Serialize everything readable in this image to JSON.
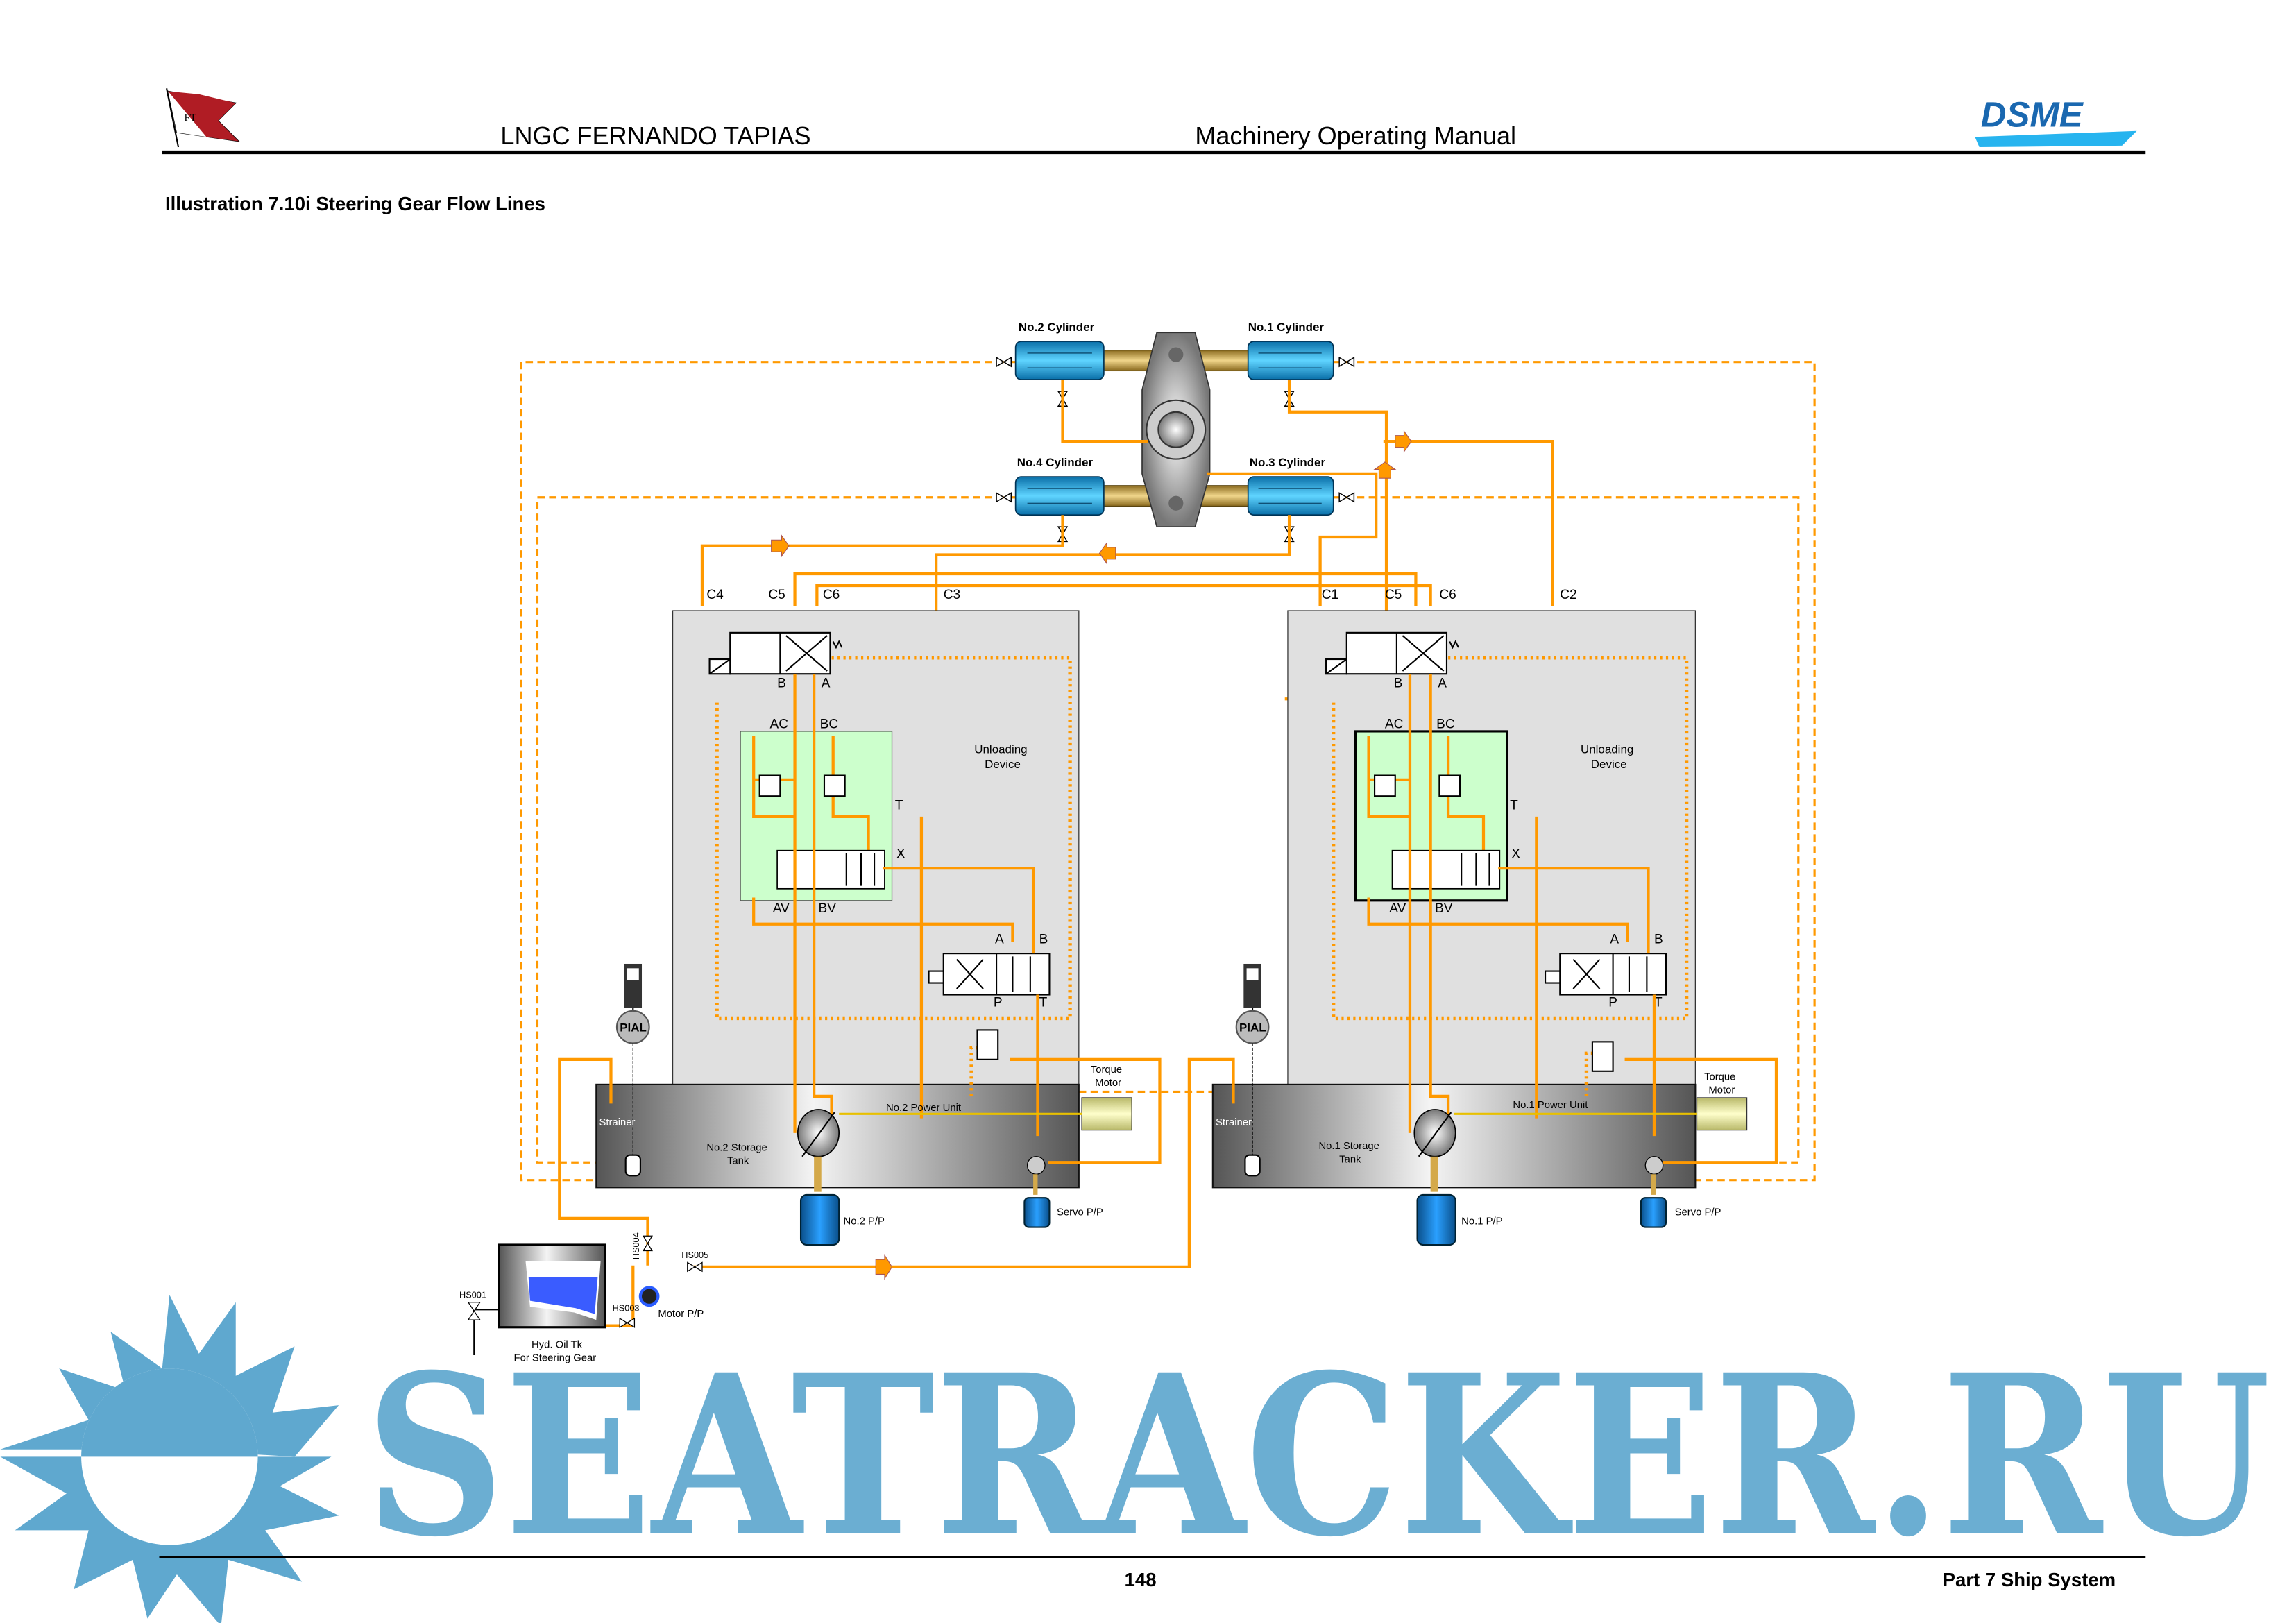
{
  "header": {
    "ship_name": "LNGC FERNANDO TAPIAS",
    "manual_title": "Machinery Operating Manual",
    "left_logo": "FT",
    "right_logo": "DSME"
  },
  "illustration_title": "Illustration 7.10i Steering Gear Flow Lines",
  "cylinders": {
    "no2": "No.2 Cylinder",
    "no1": "No.1 Cylinder",
    "no4": "No.4 Cylinder",
    "no3": "No.3 Cylinder"
  },
  "left_unit": {
    "ports": {
      "c4": "C4",
      "c5": "C5",
      "c6": "C6",
      "c3": "C3"
    },
    "valve_b": "B",
    "valve_a": "A",
    "ac": "AC",
    "bc": "BC",
    "av": "AV",
    "bv": "BV",
    "t": "T",
    "x": "X",
    "unloading": [
      "Unloading",
      "Device"
    ],
    "sol_a": "A",
    "sol_b": "B",
    "sol_p": "P",
    "sol_t": "T",
    "pial": "PIAL",
    "strainer": "Strainer",
    "tank": [
      "No.2 Storage",
      "Tank"
    ],
    "power_unit": "No.2 Power Unit",
    "torque_motor": [
      "Torque",
      "Motor"
    ],
    "pump": "No.2 P/P",
    "servo": "Servo P/P"
  },
  "right_unit": {
    "ports": {
      "c1": "C1",
      "c5": "C5",
      "c6": "C6",
      "c2": "C2"
    },
    "valve_b": "B",
    "valve_a": "A",
    "ac": "AC",
    "bc": "BC",
    "av": "AV",
    "bv": "BV",
    "t": "T",
    "x": "X",
    "unloading": [
      "Unloading",
      "Device"
    ],
    "sol_a": "A",
    "sol_b": "B",
    "sol_p": "P",
    "sol_t": "T",
    "pial": "PIAL",
    "strainer": "Strainer",
    "tank": [
      "No.1 Storage",
      "Tank"
    ],
    "power_unit": "No.1 Power Unit",
    "torque_motor": [
      "Torque",
      "Motor"
    ],
    "pump": "No.1 P/P",
    "servo": "Servo P/P"
  },
  "oil_tank": {
    "label": [
      "Hyd. Oil Tk",
      "For Steering Gear"
    ],
    "valves": {
      "hs001": "HS001",
      "hs003": "HS003",
      "hs004": "HS004",
      "hs005": "HS005"
    },
    "motor_pump": "Motor P/P"
  },
  "footer": {
    "page_number": "148",
    "section": "Part 7 Ship System"
  },
  "watermark": "SEATRACKER.RU",
  "colors": {
    "flow_line": "#ff9900",
    "cylinder": "#1fa9e1",
    "watermark": "#5fa8cf",
    "valve_block": "#ccffcc"
  }
}
